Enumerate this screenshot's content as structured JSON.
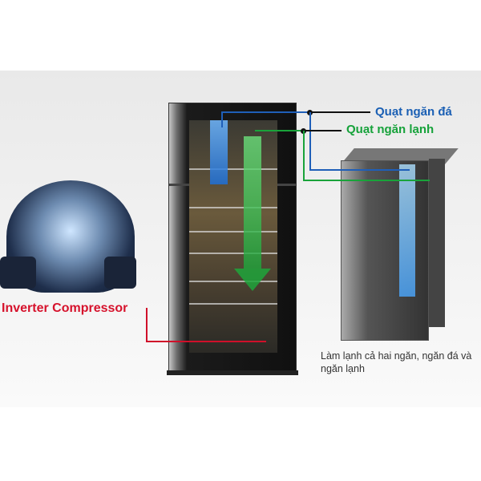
{
  "labels": {
    "freezer_fan": "Quạt ngăn đá",
    "fridge_fan": "Quạt ngăn lạnh",
    "compressor": "Inverter Compressor",
    "description": "Làm lạnh cả hai ngăn, ngăn đá và ngăn lạnh"
  },
  "colors": {
    "freezer": "#1a5fb4",
    "fridge": "#16a23a",
    "compressor": "#d6122c"
  }
}
